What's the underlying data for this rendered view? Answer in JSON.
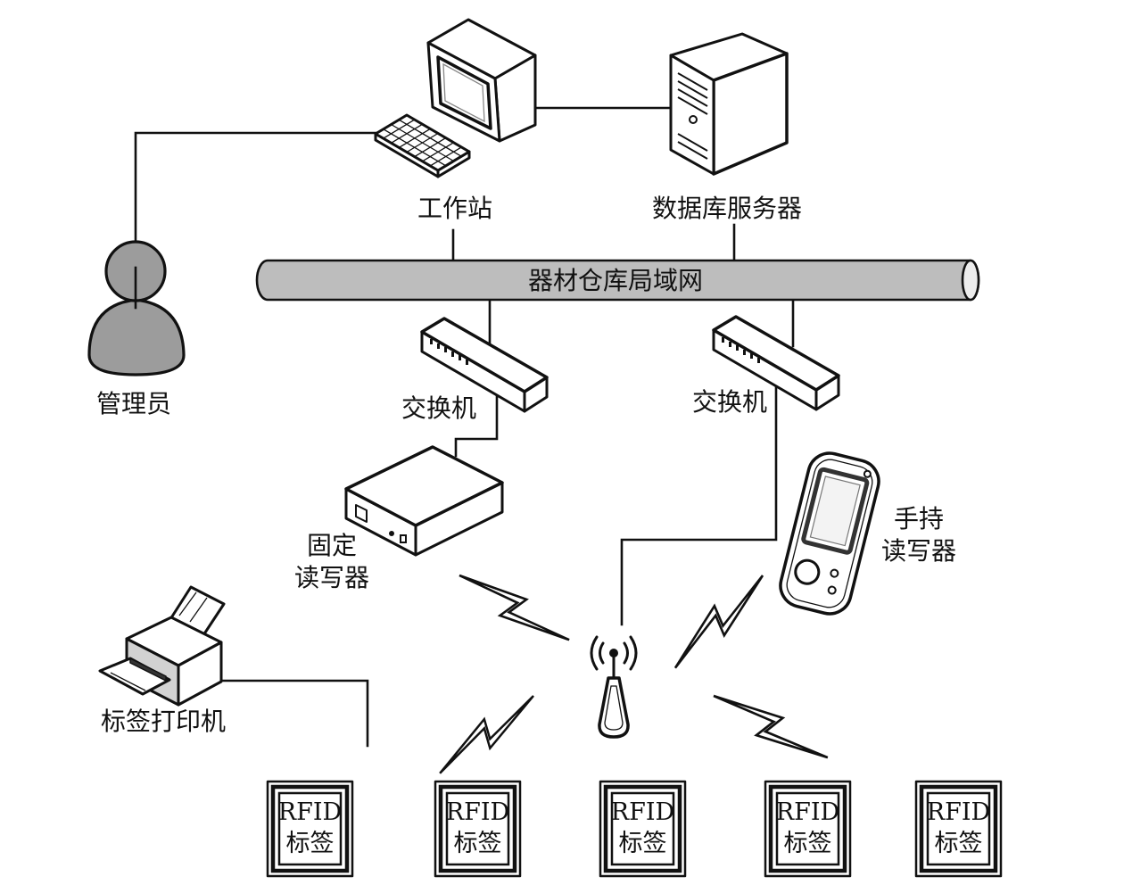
{
  "workstation": {
    "label": "工作站",
    "icon": "workstation-icon"
  },
  "db_server": {
    "label": "数据库服务器",
    "icon": "server-tower-icon"
  },
  "lan": {
    "label": "器材仓库局域网"
  },
  "admin": {
    "label": "管理员",
    "icon": "person-icon"
  },
  "switch_left": {
    "label": "交换机",
    "icon": "network-switch-icon"
  },
  "switch_right": {
    "label": "交换机",
    "icon": "network-switch-icon"
  },
  "fixed_reader": {
    "label_line1": "固定",
    "label_line2": "读写器",
    "icon": "fixed-reader-icon"
  },
  "handheld_reader": {
    "label_line1": "手持",
    "label_line2": "读写器",
    "icon": "handheld-pda-icon"
  },
  "label_printer": {
    "label": "标签打印机",
    "icon": "printer-icon"
  },
  "antenna": {
    "icon": "antenna-icon"
  },
  "rfid_tags": [
    {
      "line1": "RFID",
      "line2": "标签"
    },
    {
      "line1": "RFID",
      "line2": "标签"
    },
    {
      "line1": "RFID",
      "line2": "标签"
    },
    {
      "line1": "RFID",
      "line2": "标签"
    },
    {
      "line1": "RFID",
      "line2": "标签"
    }
  ],
  "colors": {
    "line": "#111111",
    "pipe_fill": "#bdbdbd",
    "person_fill": "#9c9c9c",
    "background": "#ffffff"
  }
}
